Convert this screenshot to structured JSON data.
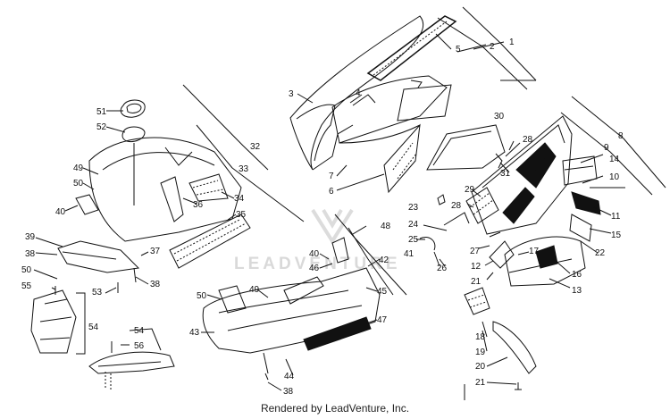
{
  "footer_text": "Rendered by LeadVenture, Inc.",
  "watermark": "LEADVENTURE",
  "callouts": [
    "1",
    "2",
    "3",
    "4",
    "5",
    "6",
    "7",
    "8",
    "9",
    "10",
    "11",
    "12",
    "13",
    "14",
    "15",
    "16",
    "17",
    "18",
    "19",
    "20",
    "21",
    "22",
    "23",
    "24",
    "25",
    "26",
    "27",
    "28",
    "29",
    "30",
    "31",
    "32",
    "33",
    "34",
    "35",
    "36",
    "37",
    "38",
    "39",
    "40",
    "41",
    "42",
    "43",
    "44",
    "45",
    "46",
    "47",
    "48",
    "49",
    "50",
    "51",
    "52",
    "53",
    "54",
    "55",
    "56"
  ]
}
